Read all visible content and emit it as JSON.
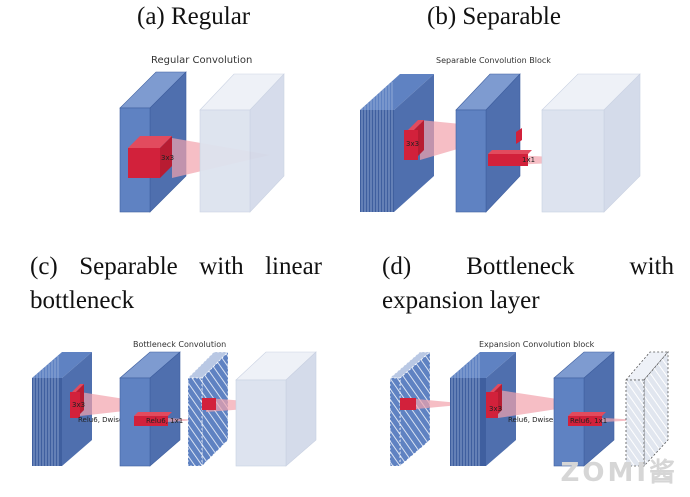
{
  "captions": {
    "a": "(a) Regular",
    "b": "(b) Separable",
    "c": "(c) Separable with linear bottleneck",
    "d": "(d) Bottleneck with expansion layer"
  },
  "panel_titles": {
    "a": "Regular Convolution",
    "b": "Separable Convolution Block",
    "c": "Bottleneck Convolution",
    "d": "Expansion Convolution block"
  },
  "labels": {
    "a_kernel": "3x3",
    "b_kernel": "3x3",
    "b_pointwise": "1x1",
    "c_kernel": "3x3",
    "c_dwise": "Relu6, Dwise",
    "c_relu": "Relu6, 1x1",
    "d_kernel": "3x3",
    "d_dwise": "Relu6, Dwise",
    "d_relu": "Relu6, 1x1"
  },
  "watermark": "ZOMI酱",
  "colors": {
    "tensor_blue": "#5f82c2",
    "tensor_blue_dark": "#3f5f9f",
    "tensor_pale": "#dde3ef",
    "kernel_red": "#d2213b",
    "beam_pink": "#f2a3ad"
  }
}
